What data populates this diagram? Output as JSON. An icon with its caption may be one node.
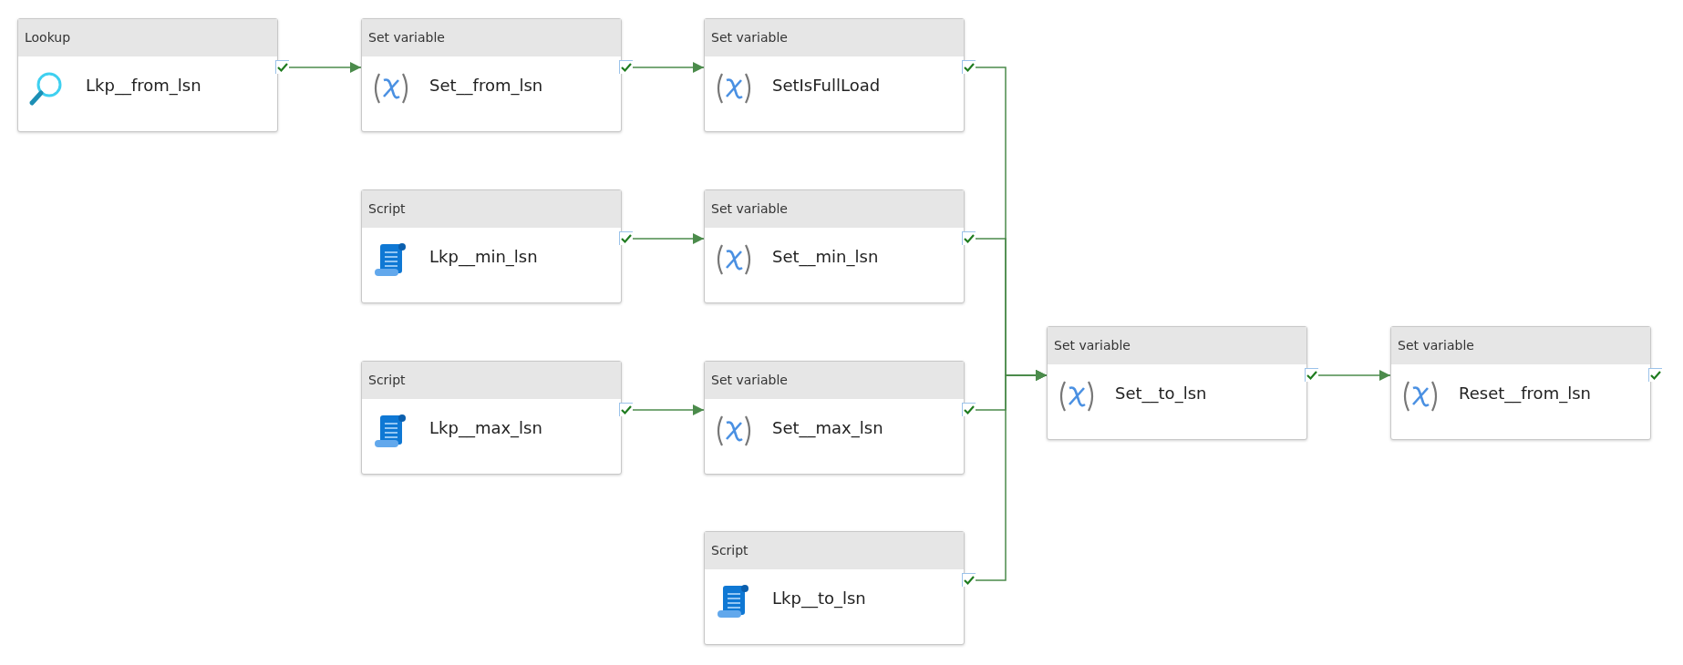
{
  "diagram": {
    "nodes": [
      {
        "text": [
          "Lookup",
          "Lkp__from_lsn"
        ]
      },
      {
        "text": [
          "Set variable",
          "Set__from_lsn"
        ]
      },
      {
        "text": [
          "Set variable",
          "SetIsFullLoad"
        ]
      },
      {
        "text": [
          "Script",
          "Lkp__min_lsn"
        ]
      },
      {
        "text": [
          "Set variable",
          "Set__min_lsn"
        ]
      },
      {
        "text": [
          "Script",
          "Lkp__max_lsn"
        ]
      },
      {
        "text": [
          "Set variable",
          "Set__max_lsn"
        ]
      },
      {
        "text": [
          "Script",
          "Lkp__to_lsn"
        ]
      },
      {
        "text": [
          "Set variable",
          "Set__to_lsn"
        ]
      },
      {
        "text": [
          "Set variable",
          "Reset__from_lsn"
        ]
      }
    ],
    "edges": [
      {
        "from": 0,
        "to": 1,
        "arrow": "to"
      },
      {
        "from": 1,
        "to": 2,
        "arrow": "to"
      },
      {
        "from": 3,
        "to": 4,
        "arrow": "to"
      },
      {
        "from": 5,
        "to": 6,
        "arrow": "to"
      },
      {
        "from": 2,
        "to": 8,
        "arrow": "to"
      },
      {
        "from": 4,
        "to": 8,
        "arrow": "to"
      },
      {
        "from": 6,
        "to": 8,
        "arrow": "to"
      },
      {
        "from": 7,
        "to": 8,
        "arrow": "to"
      },
      {
        "from": 8,
        "to": 9,
        "arrow": "to"
      }
    ]
  }
}
